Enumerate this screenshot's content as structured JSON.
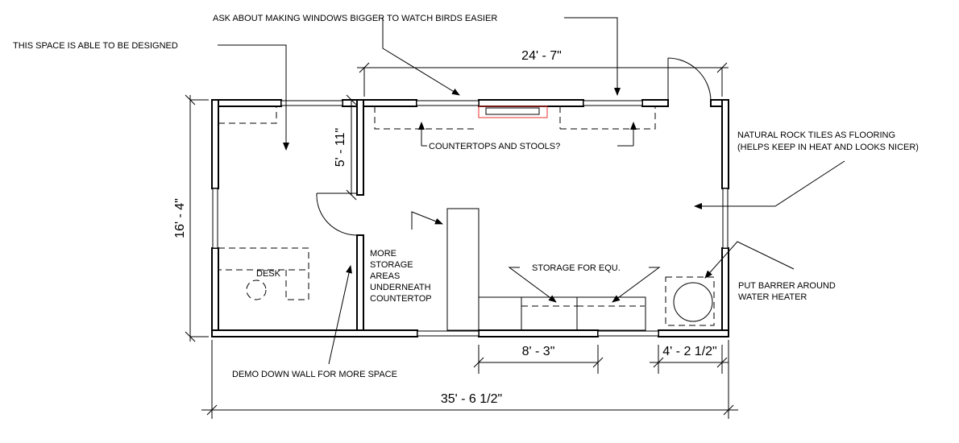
{
  "dimensions": {
    "top_width": "24' - 7\"",
    "height": "16' - 4\"",
    "interior_wall": "5' - 11\"",
    "storage_width": "8' - 3\"",
    "heater_width": "4' - 2 1/2\"",
    "total_width": "35' - 6 1/2\""
  },
  "notes": {
    "windows": "ASK ABOUT MAKING WINDOWS BIGGER TO WATCH BIRDS EASIER",
    "design_space": "THIS SPACE IS ABLE TO BE DESIGNED",
    "countertops": "COUNTERTOPS AND STOOLS?",
    "flooring_line1": "NATURAL ROCK TILES AS FLOORING",
    "flooring_line2": "(HELPS KEEP IN HEAT AND LOOKS NICER)",
    "storage_line1": "MORE",
    "storage_line2": "STORAGE",
    "storage_line3": "AREAS",
    "storage_line4": "UNDERNEATH",
    "storage_line5": "COUNTERTOP",
    "storage_equipment": "STORAGE FOR EQU.",
    "water_heater_line1": "PUT BARRER AROUND",
    "water_heater_line2": "WATER HEATER",
    "demo_wall": "DEMO DOWN WALL FOR MORE SPACE",
    "desk": "DESK"
  },
  "colors": {
    "line": "#000000",
    "highlight": "#e8322f"
  }
}
